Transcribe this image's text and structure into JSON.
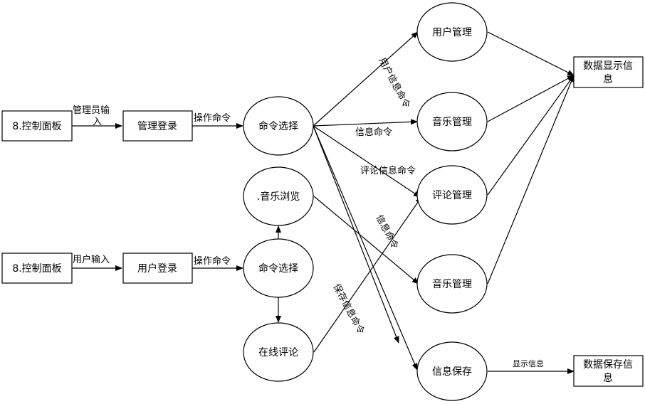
{
  "nodes": {
    "panel_admin": "8.控制面板",
    "admin_login": "管理登录",
    "cmd_select_admin": "命令选择",
    "panel_user": "8.控制面板",
    "user_login": "用户登录",
    "cmd_select_user": "命令选择",
    "music_browse": ".音乐浏览",
    "online_comment": "在线评论",
    "user_mgmt": "用户管理",
    "music_mgmt_1": "音乐管理",
    "comment_mgmt": "评论管理",
    "music_mgmt_2": "音乐管理",
    "info_save": "信息保存",
    "data_display_line1": "数据显示信",
    "data_display_line2": "息",
    "data_save_line1": "数据保存信",
    "data_save_line2": "息"
  },
  "edges": {
    "admin_input_line1": "管理员输",
    "admin_input_line2": "入",
    "operate_cmd_admin": "操作命令",
    "user_input": "用户输入",
    "operate_cmd_user": "操作命令",
    "user_info_cmd": "用户信息命令",
    "info_cmd": "信息命令",
    "comment_info_cmd": "评论信息命令",
    "info_cmd_diag": "信息命令",
    "save_info_cmd": "保存信息命令",
    "display_info": "显示信息"
  }
}
